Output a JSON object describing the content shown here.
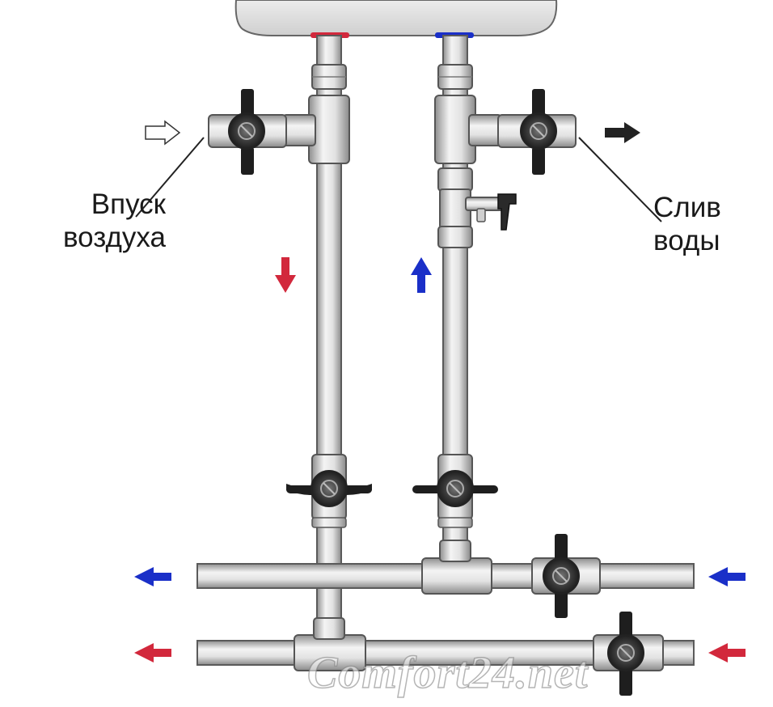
{
  "labels": {
    "air_inlet": [
      "Впуск",
      "воздуха"
    ],
    "water_drain": [
      "Слив",
      "воды"
    ]
  },
  "watermark": "Comfort24.net",
  "colors": {
    "hot": "#d2283c",
    "cold": "#1a2fc8",
    "pipe_light": "#f2f2f2",
    "pipe_dark": "#9a9a9a",
    "outline": "#555555"
  }
}
